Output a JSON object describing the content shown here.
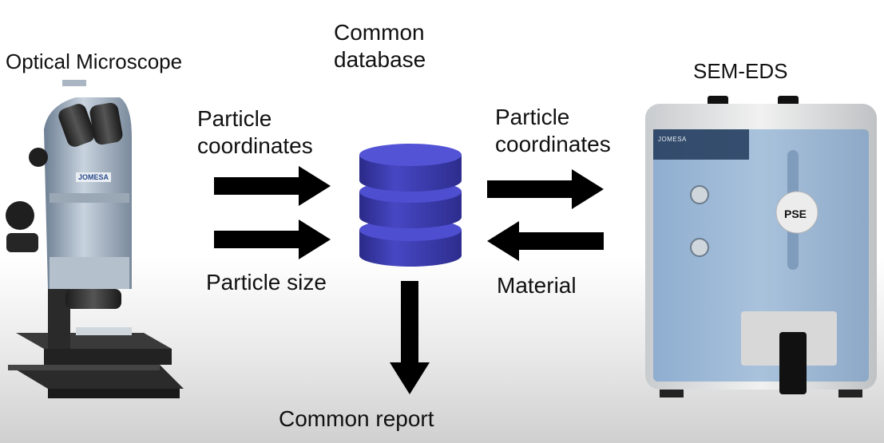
{
  "title_left": "Optical Microscope",
  "title_center_line1": "Common",
  "title_center_line2": "database",
  "title_right": "SEM-EDS",
  "left_top_line1": "Particle",
  "left_top_line2": "coordinates",
  "left_bottom": "Particle size",
  "right_top_line1": "Particle",
  "right_top_line2": "coordinates",
  "right_bottom": "Material",
  "bottom_label": "Common report",
  "microscope_brand": "JOMESA",
  "sem_brand": "JOMESA",
  "sem_model": "PSE",
  "colors": {
    "database": "#3b3ba6",
    "database_top": "#4a4ac8",
    "arrow": "#000000",
    "sem_panel": "#9fb9d4"
  }
}
